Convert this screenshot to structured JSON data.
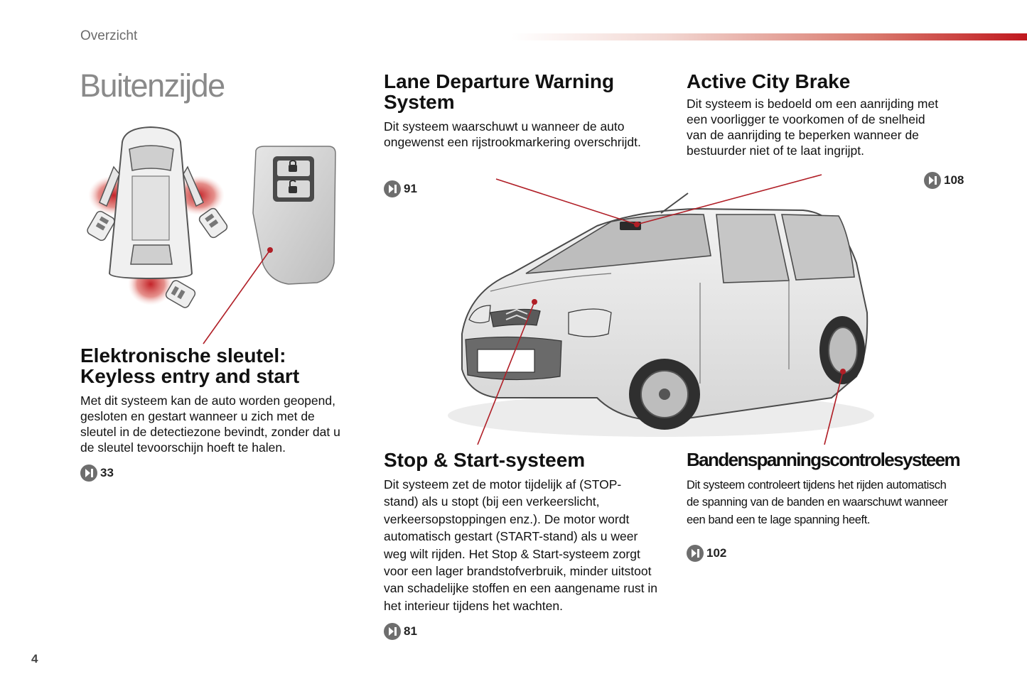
{
  "header": {
    "section": "Overzicht"
  },
  "page": {
    "title": "Buitenzijde",
    "number": "4"
  },
  "sections": {
    "lane": {
      "title_line1": "Lane Departure Warning",
      "title_line2": "System",
      "body_line1": "Dit systeem waarschuwt u wanneer de auto",
      "body_line2": "ongewenst een rijstrookmarkering overschrijdt.",
      "ref": "91"
    },
    "city": {
      "title": "Active City Brake",
      "body_line1": "Dit systeem is bedoeld om een aanrijding met",
      "body_line2": "een voorligger te voorkomen of de snelheid",
      "body_line3": "van de aanrijding te beperken wanneer de",
      "body_line4": "bestuurder niet of te laat ingrijpt.",
      "ref": "108"
    },
    "key": {
      "title_line1": "Elektronische sleutel:",
      "title_line2": "Keyless entry and start",
      "body_line1": "Met dit systeem kan de auto worden geopend,",
      "body_line2": "gesloten en gestart wanneer u zich met de",
      "body_line3": "sleutel in de detectiezone bevindt, zonder dat u",
      "body_line4": "de sleutel tevoorschijn hoeft te halen.",
      "ref": "33"
    },
    "stop": {
      "title": "Stop & Start-systeem",
      "body_line1": "Dit systeem zet de motor tijdelijk af (STOP-",
      "body_line2": "stand) als u stopt (bij een verkeerslicht,",
      "body_line3": "verkeersopstoppingen enz.). De motor wordt",
      "body_line4": "automatisch gestart (START-stand) als u weer",
      "body_line5": "weg wilt rijden. Het Stop & Start-systeem zorgt",
      "body_line6": "voor een lager brandstofverbruik, minder uitstoot",
      "body_line7": "van schadelijke stoffen en een aangename rust in",
      "body_line8": "het interieur tijdens het wachten.",
      "ref": "81"
    },
    "tyre": {
      "title": "Bandenspanningscontrolesysteem",
      "body_line1": "Dit systeem controleert tijdens het rijden automatisch",
      "body_line2": "de spanning van de banden en waarschuwt wanneer",
      "body_line3": "een band een te lage spanning heeft.",
      "ref": "102"
    }
  },
  "colors": {
    "accent": "#c0181e",
    "title_grey": "#8a8a8a",
    "icon_grey": "#6e6e6e"
  }
}
